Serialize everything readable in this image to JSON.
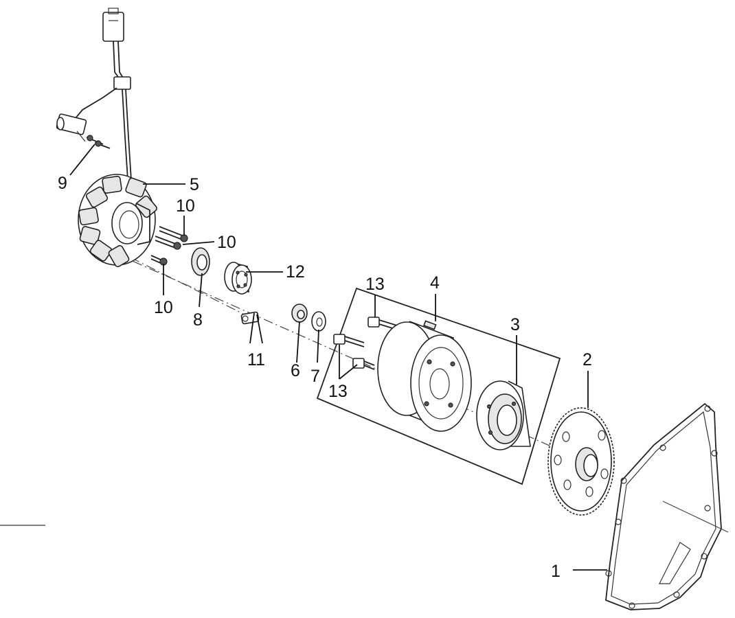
{
  "callouts": {
    "c1": "1",
    "c2": "2",
    "c3": "3",
    "c4": "4",
    "c5": "5",
    "c6": "6",
    "c7": "7",
    "c8": "8",
    "c9": "9",
    "c10a": "10",
    "c10b": "10",
    "c10c": "10",
    "c11": "11",
    "c12": "12",
    "c13a": "13",
    "c13b": "13"
  }
}
